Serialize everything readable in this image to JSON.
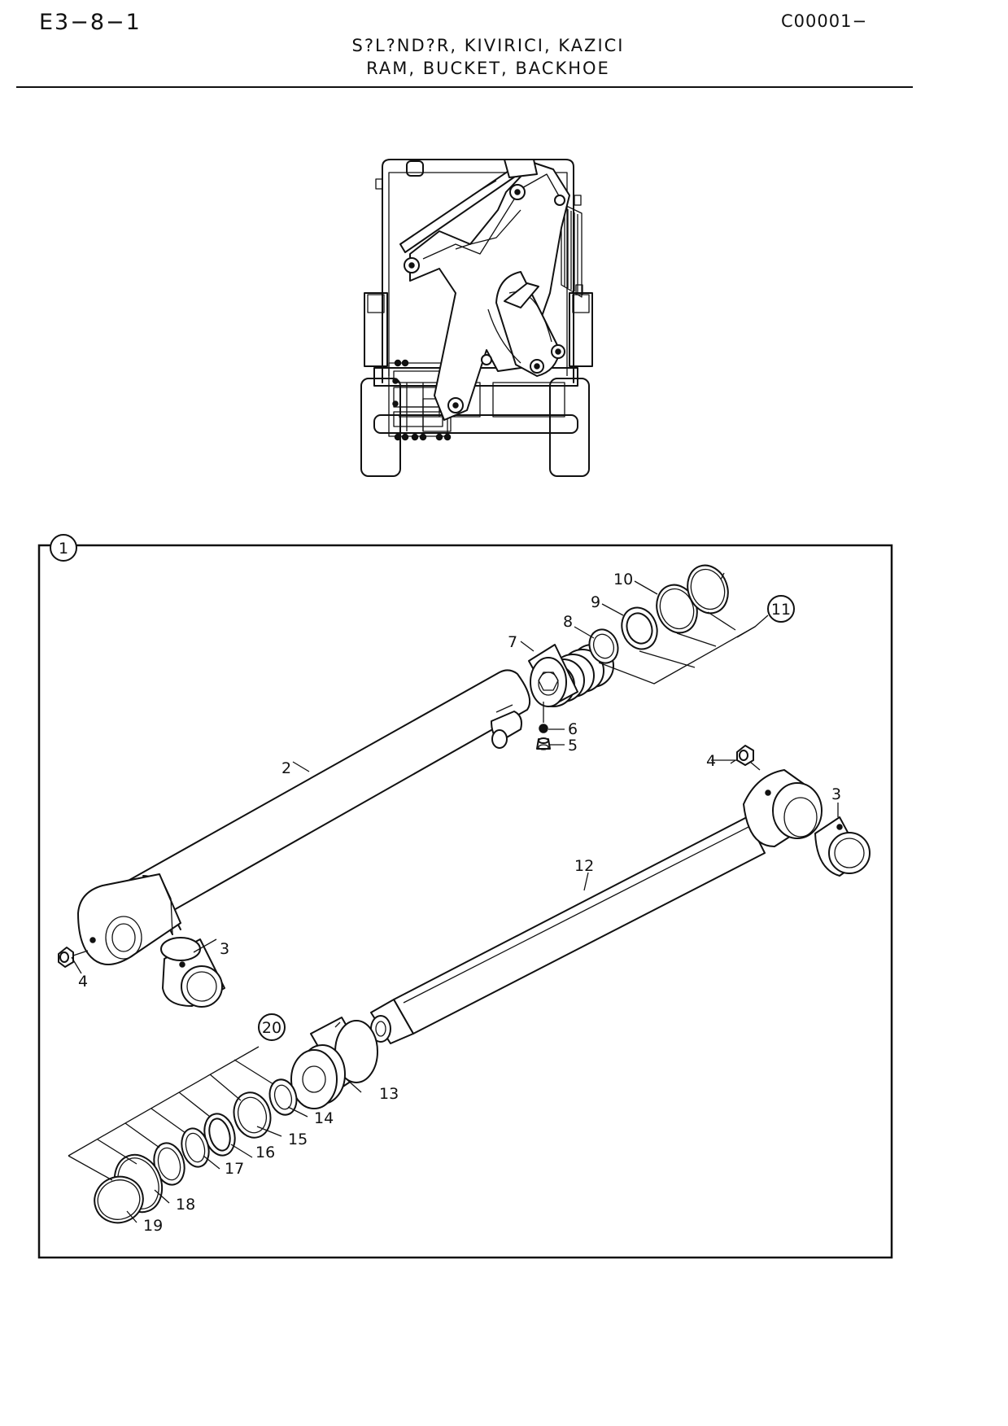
{
  "header": {
    "page_code": "E3−8−1",
    "doc_code": "C00001−",
    "title_tr": "S?L?ND?R, KIVIRICI, KAZICI",
    "title_en": "RAM, BUCKET, BACKHOE"
  },
  "assembly": {
    "main_callout": "1",
    "kit_callouts": [
      "11",
      "20"
    ]
  },
  "parts": {
    "p2": "2",
    "p3a": "3",
    "p3b": "3",
    "p4a": "4",
    "p4b": "4",
    "p5": "5",
    "p6": "6",
    "p7": "7",
    "p8": "8",
    "p9": "9",
    "p10": "10",
    "p12": "12",
    "p13": "13",
    "p14": "14",
    "p15": "15",
    "p16": "16",
    "p17": "17",
    "p18": "18",
    "p19": "19"
  }
}
